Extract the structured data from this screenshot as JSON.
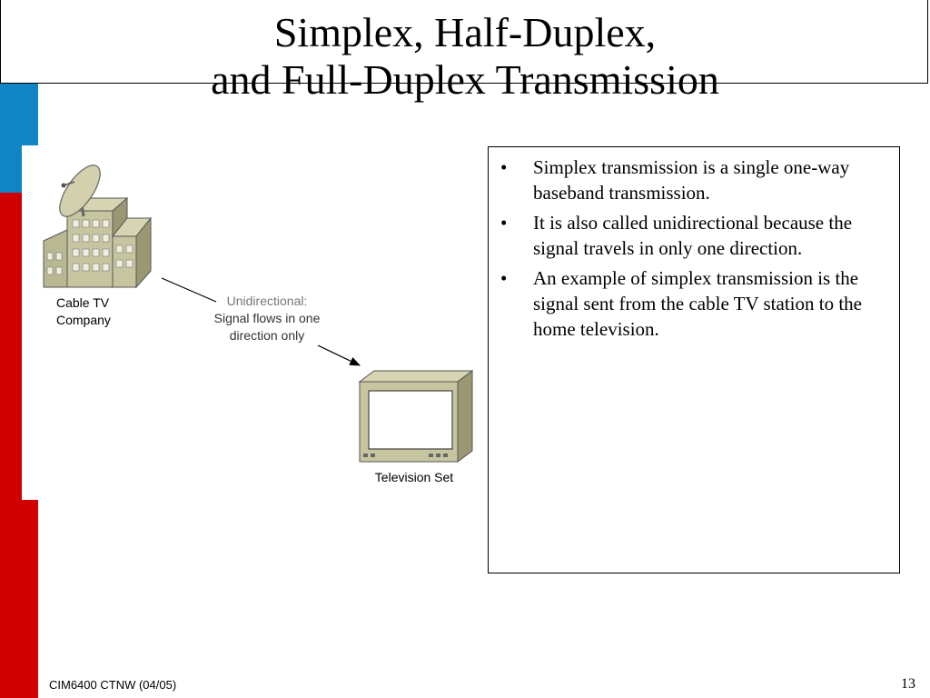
{
  "slide": {
    "title_line1": "Simplex, Half-Duplex,",
    "title_line2": "and Full-Duplex Transmission",
    "bullets": [
      "Simplex transmission is a single one-way baseband transmission.",
      "It is also called unidirectional because the signal travels in only one direction.",
      "An example of simplex transmission is the signal sent from the cable TV station to the home television."
    ],
    "bullet_glyph": "•",
    "accent_colors": {
      "blue": "#1184c5",
      "red": "#d10000"
    }
  },
  "diagram": {
    "source_label_1": "Cable TV",
    "source_label_2": "Company",
    "signal_label_1": "Unidirectional:",
    "signal_label_2": "Signal flows in one",
    "signal_label_3": "direction only",
    "target_label": "Television Set",
    "icons": [
      "satellite-dish-icon",
      "building-icon",
      "television-icon",
      "arrow-icon"
    ]
  },
  "footer": {
    "course": "CIM6400 CTNW (04/05)",
    "page_number": "13"
  }
}
